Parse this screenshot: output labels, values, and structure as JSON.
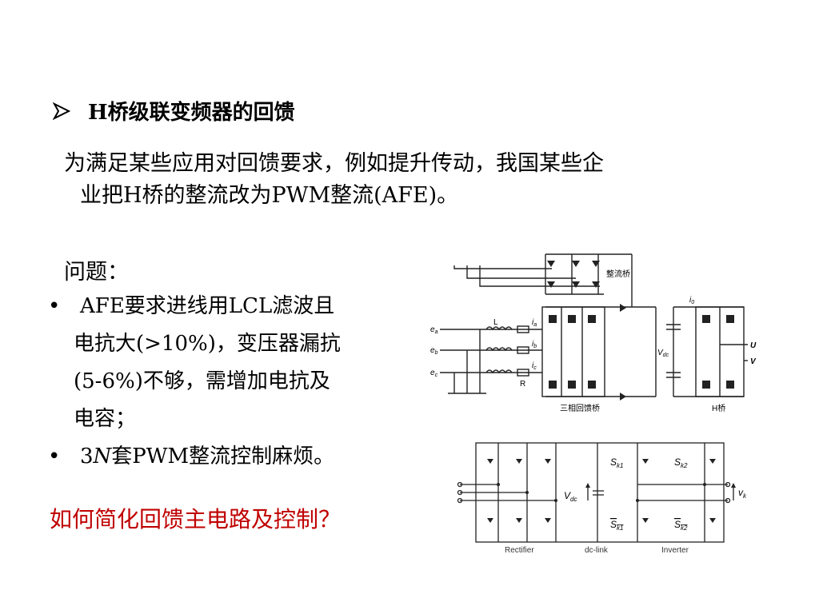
{
  "heading": "H桥级联变频器的回馈",
  "paragraph": {
    "line1": "为满足某些应用对回馈要求，例如提升传动，我国某些企",
    "line2": "业把H桥的整流改为PWM整流(AFE)。"
  },
  "question_label": "问题：",
  "bullets": [
    {
      "lines": [
        "AFE要求进线用LCL滤波且",
        "电抗大(>10%)，变压器漏抗",
        "(5-6%)不够，需增加电抗及",
        "电容；"
      ]
    },
    {
      "pre": "3",
      "em": "N",
      "post": "套PWM整流控制麻烦。"
    }
  ],
  "bullet_symbol": "•",
  "question": "如何简化回馈主电路及控制？",
  "fig1": {
    "top_rectifier_label": "整流桥",
    "bottom_label": "三相回馈桥",
    "hbridge_label": "H桥",
    "inductor_label": "L",
    "resistor_label": "R",
    "sources": [
      "e",
      "e",
      "e"
    ],
    "source_subs": [
      "a",
      "b",
      "c"
    ],
    "currents": [
      "i",
      "i",
      "i"
    ],
    "current_subs": [
      "a",
      "b",
      "c"
    ],
    "vdc": "V",
    "vdc_sub": "dc",
    "i0": "i",
    "i0_sub": "0",
    "out_u": "U",
    "out_v": "V"
  },
  "fig2": {
    "rectifier": "Rectifier",
    "dclink": "dc-link",
    "inverter": "Inverter",
    "vdc": "V",
    "vdc_sub": "dc",
    "sk1": "S",
    "sk1_sub": "k1",
    "sk2": "S",
    "sk2_sub": "k2",
    "sk1b": "S",
    "sk1b_sub": "k1",
    "sk2b": "S",
    "sk2b_sub": "k2",
    "vk": "v",
    "vk_sub": "k"
  },
  "colors": {
    "text": "#000000",
    "question": "#c00000"
  }
}
